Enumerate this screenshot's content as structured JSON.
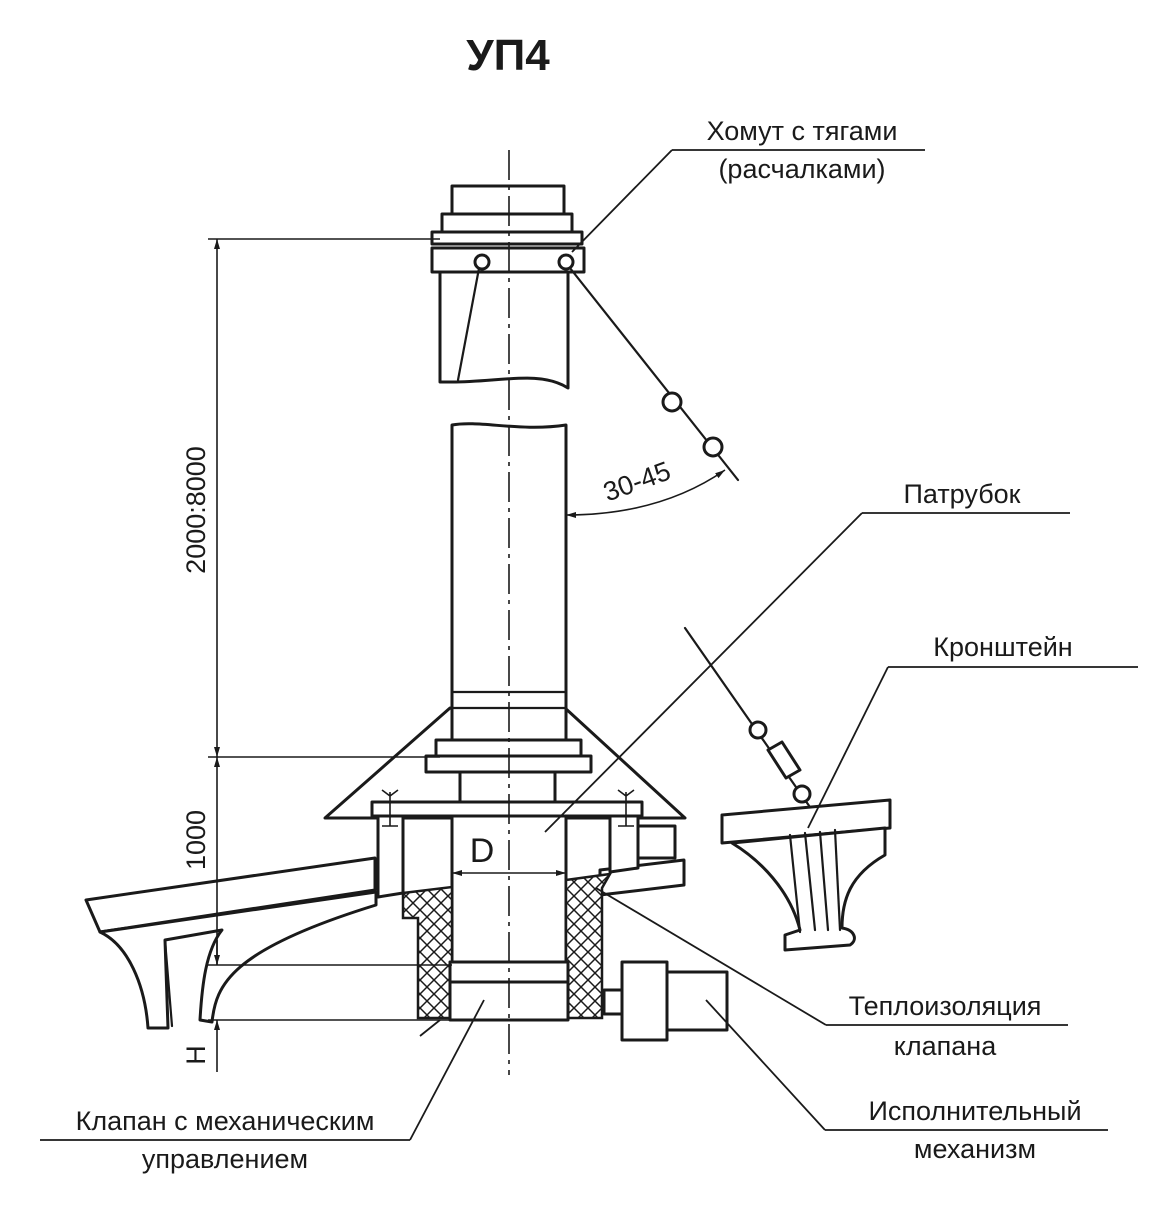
{
  "title": "УП4",
  "labels": {
    "clamp_line1": "Хомут с тягами",
    "clamp_line2": "(расчалками)",
    "branch_pipe": "Патрубок",
    "bracket": "Кронштейн",
    "insulation_line1": "Теплоизоляция",
    "insulation_line2": "клапана",
    "actuator_line1": "Исполнительный",
    "actuator_line2": "механизм",
    "valve_line1": "Клапан с механическим",
    "valve_line2": "управлением"
  },
  "dimensions": {
    "pipe_height": "2000:8000",
    "base_height": "1000",
    "angle": "30-45",
    "diameter": "D",
    "h_mark": "H"
  }
}
